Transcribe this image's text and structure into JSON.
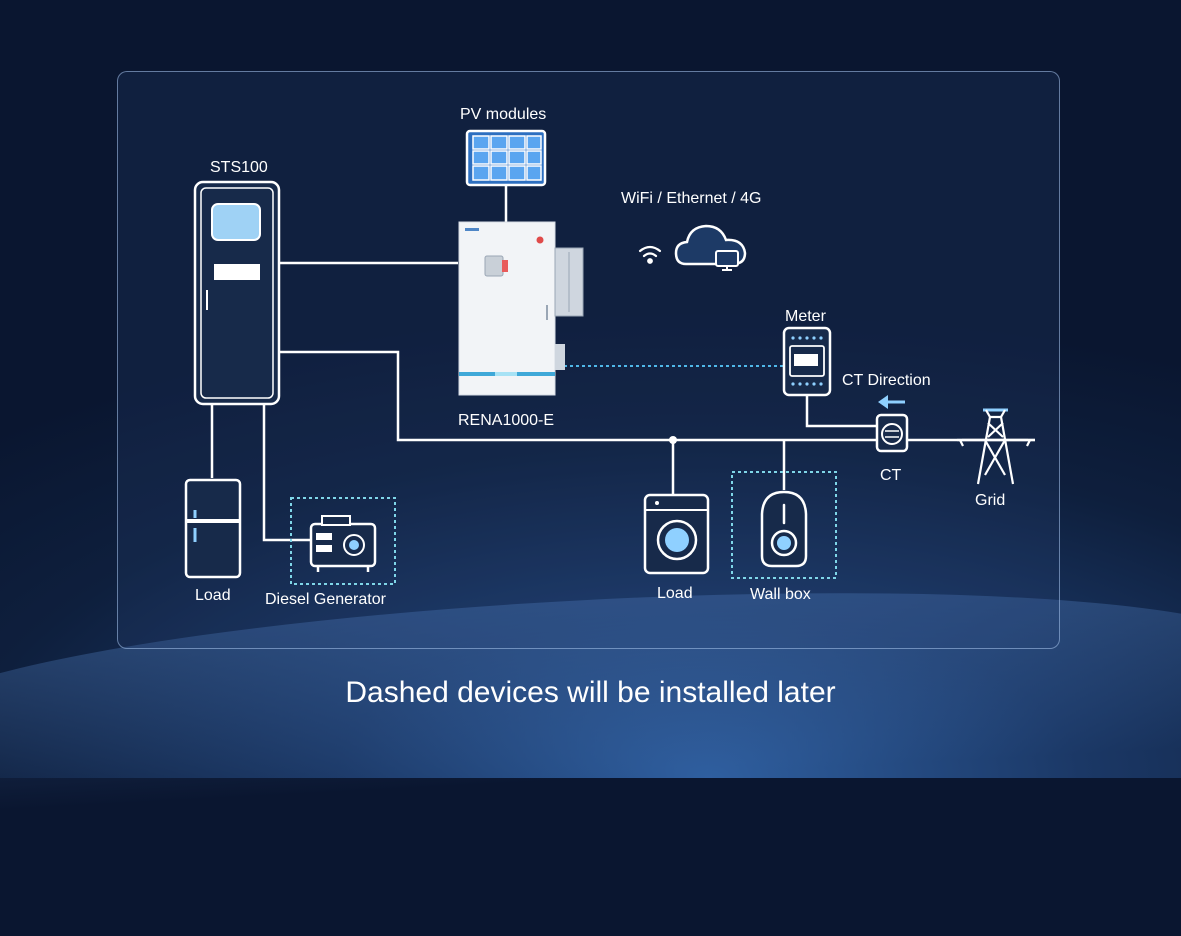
{
  "labels": {
    "pv_modules": "PV modules",
    "sts100": "STS100",
    "connectivity": "WiFi / Ethernet / 4G",
    "meter": "Meter",
    "ct_direction": "CT Direction",
    "rena": "RENA1000-E",
    "ct": "CT",
    "grid": "Grid",
    "load_left": "Load",
    "diesel_generator": "Diesel Generator",
    "load_right": "Load",
    "wall_box": "Wall box"
  },
  "caption": "Dashed devices will be installed later",
  "colors": {
    "line": "#ffffff",
    "accent": "#8fd0ff",
    "dashed": "#7fd6e8"
  }
}
